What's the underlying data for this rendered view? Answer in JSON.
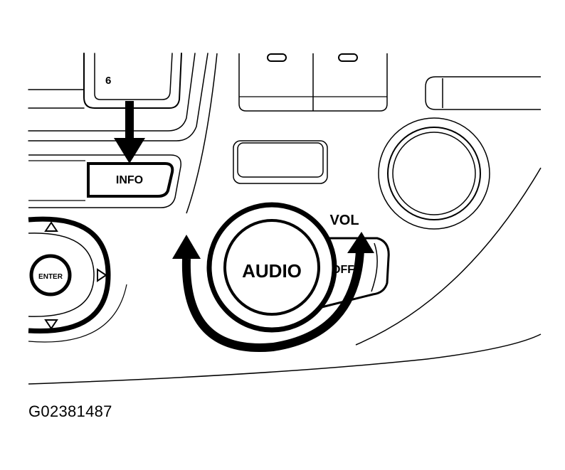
{
  "labels": {
    "preset_number": "6",
    "info_button": "INFO",
    "enter_button": "ENTER",
    "audio_knob": "AUDIO",
    "vol_label": "VOL",
    "off_label": "OFF",
    "figure_id": "G02381487"
  },
  "colors": {
    "ink": "#000000",
    "background": "#ffffff"
  },
  "icons": {
    "up": "triangle-up",
    "down": "triangle-down",
    "right": "triangle-right"
  }
}
